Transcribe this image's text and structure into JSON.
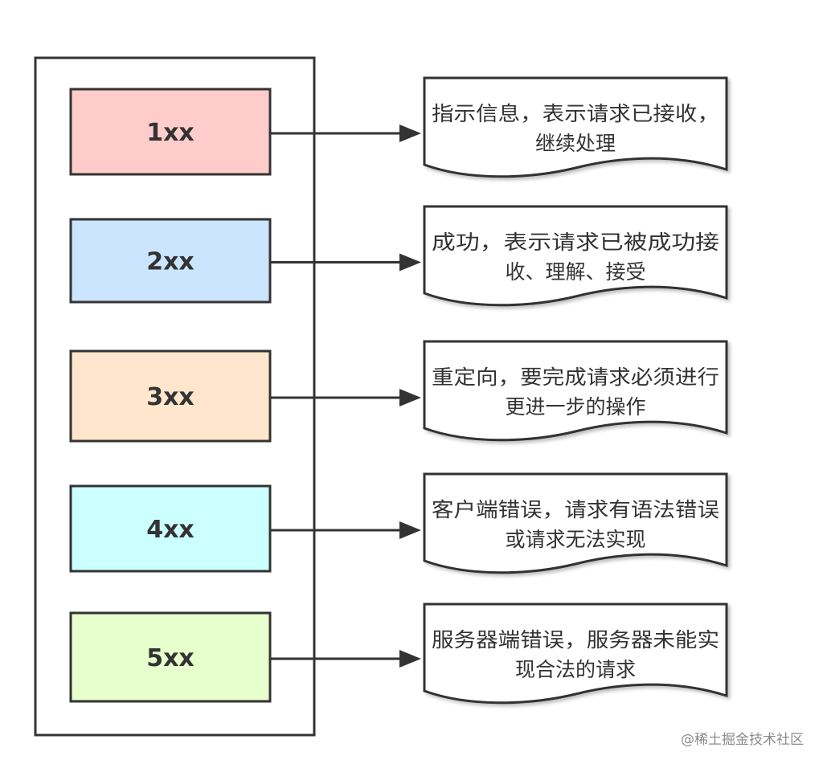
{
  "status_codes": [
    {
      "code": "1xx",
      "color": "#ffcccc",
      "description_line1": "指示信息，表示请求已接收，",
      "description_line2": "继续处理"
    },
    {
      "code": "2xx",
      "color": "#cce5ff",
      "description_line1": "成功，表示请求已被成功接",
      "description_line2": "收、理解、接受"
    },
    {
      "code": "3xx",
      "color": "#ffe6cc",
      "description_line1": "重定向，要完成请求必须进行",
      "description_line2": "更进一步的操作"
    },
    {
      "code": "4xx",
      "color": "#ccffff",
      "description_line1": "客户端错误，请求有语法错误",
      "description_line2": "或请求无法实现"
    },
    {
      "code": "5xx",
      "color": "#e6ffcc",
      "description_line1": "服务器端错误，服务器未能实",
      "description_line2": "现合法的请求"
    }
  ],
  "watermark": "@稀土掘金技术社区",
  "colors": {
    "stroke": "#333333",
    "arrow": "#333333",
    "document_fill": "#ffffff"
  }
}
